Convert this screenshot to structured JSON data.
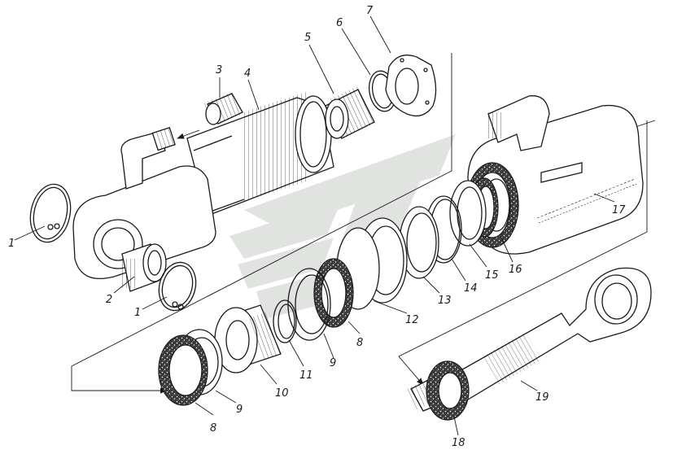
{
  "diagram": {
    "labels": [
      {
        "id": "1a",
        "text": "1"
      },
      {
        "id": "1b",
        "text": "1"
      },
      {
        "id": "2",
        "text": "2"
      },
      {
        "id": "3",
        "text": "3"
      },
      {
        "id": "4",
        "text": "4"
      },
      {
        "id": "5",
        "text": "5"
      },
      {
        "id": "6",
        "text": "6"
      },
      {
        "id": "7",
        "text": "7"
      },
      {
        "id": "8a",
        "text": "8"
      },
      {
        "id": "8b",
        "text": "8"
      },
      {
        "id": "9a",
        "text": "9"
      },
      {
        "id": "9b",
        "text": "9"
      },
      {
        "id": "10",
        "text": "10"
      },
      {
        "id": "11",
        "text": "11"
      },
      {
        "id": "12",
        "text": "12"
      },
      {
        "id": "13",
        "text": "13"
      },
      {
        "id": "14",
        "text": "14"
      },
      {
        "id": "15",
        "text": "15"
      },
      {
        "id": "16",
        "text": "16"
      },
      {
        "id": "17",
        "text": "17"
      },
      {
        "id": "18",
        "text": "18"
      },
      {
        "id": "19",
        "text": "19"
      }
    ]
  },
  "colors": {
    "line": "#1a1a1a",
    "watermark": "#c9cdc9"
  }
}
